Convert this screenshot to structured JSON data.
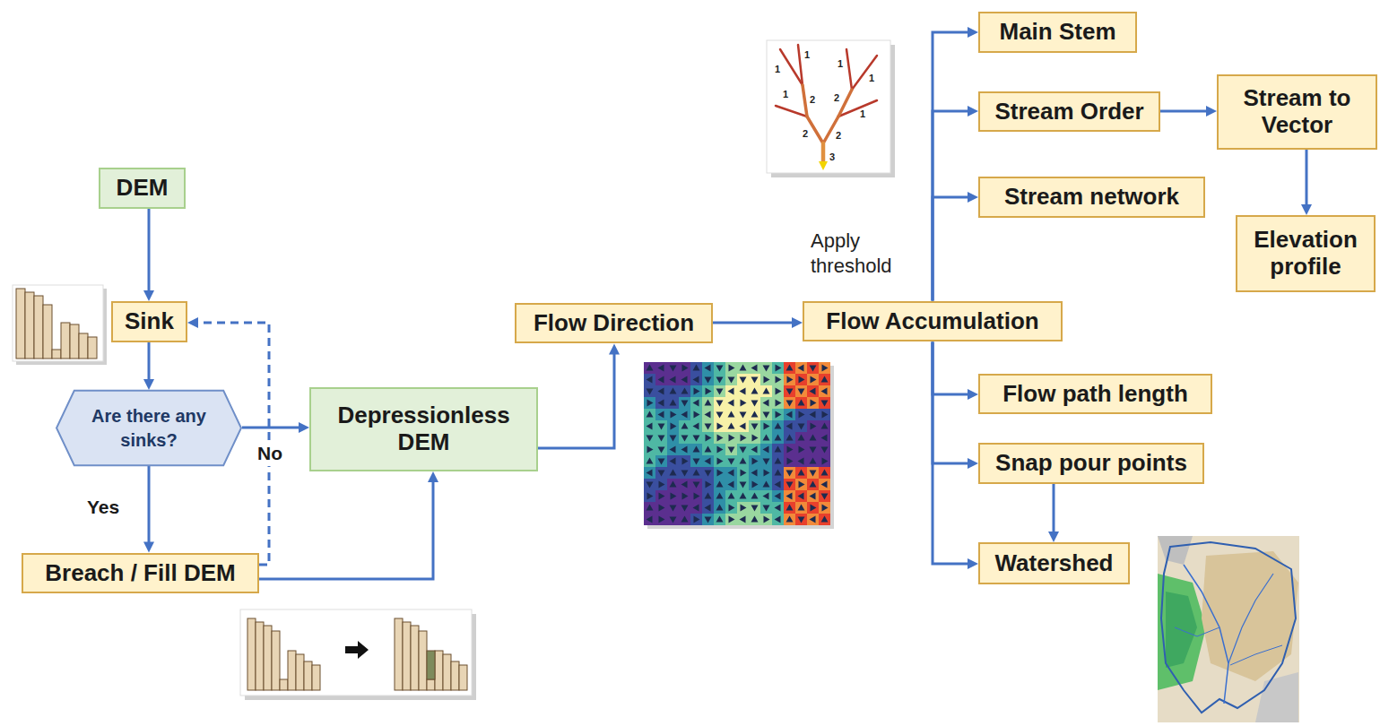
{
  "diagram": {
    "nodes": [
      {
        "text": [
          "DEM"
        ]
      },
      {
        "text": [
          "Sink"
        ]
      },
      {
        "text": [
          "Are there any sinks?"
        ]
      },
      {
        "text": [
          "Breach / Fill DEM"
        ]
      },
      {
        "text": [
          "Depressionless DEM"
        ]
      },
      {
        "text": [
          "Flow Direction"
        ]
      },
      {
        "text": [
          "Flow Accumulation"
        ]
      },
      {
        "text": [
          "Main Stem"
        ]
      },
      {
        "text": [
          "Stream Order"
        ]
      },
      {
        "text": [
          "Stream to Vector"
        ]
      },
      {
        "text": [
          "Elevation profile"
        ]
      },
      {
        "text": [
          "Stream network"
        ]
      },
      {
        "text": [
          "Flow path length"
        ]
      },
      {
        "text": [
          "Snap pour points"
        ]
      },
      {
        "text": [
          "Watershed"
        ]
      }
    ],
    "edges": [
      {
        "from": 0,
        "to": 1,
        "arrow": "to"
      },
      {
        "from": 1,
        "to": 2,
        "arrow": "to"
      },
      {
        "from": 2,
        "to": 3,
        "label": "Yes",
        "arrow": "to"
      },
      {
        "from": 2,
        "to": 4,
        "label": "No",
        "arrow": "to"
      },
      {
        "from": 3,
        "to": 4,
        "arrow": "to"
      },
      {
        "from": 3,
        "to": 1,
        "arrow": "to"
      },
      {
        "from": 4,
        "to": 5,
        "arrow": "to"
      },
      {
        "from": 5,
        "to": 6,
        "arrow": "to"
      },
      {
        "from": 6,
        "to": 7,
        "arrow": "to"
      },
      {
        "from": 6,
        "to": 8,
        "arrow": "to"
      },
      {
        "from": 6,
        "to": 11,
        "arrow": "to"
      },
      {
        "from": 6,
        "to": 12,
        "arrow": "to"
      },
      {
        "from": 6,
        "to": 13,
        "arrow": "to"
      },
      {
        "from": 6,
        "to": 14,
        "arrow": "to"
      },
      {
        "from": 8,
        "to": 9,
        "arrow": "to"
      },
      {
        "from": 9,
        "to": 10,
        "arrow": "to"
      },
      {
        "from": 13,
        "to": 14,
        "arrow": "to"
      }
    ],
    "labels": [
      "Apply threshold",
      "1",
      "1",
      "1",
      "1",
      "1",
      "2",
      "2",
      "1",
      "2",
      "2",
      "3"
    ]
  }
}
